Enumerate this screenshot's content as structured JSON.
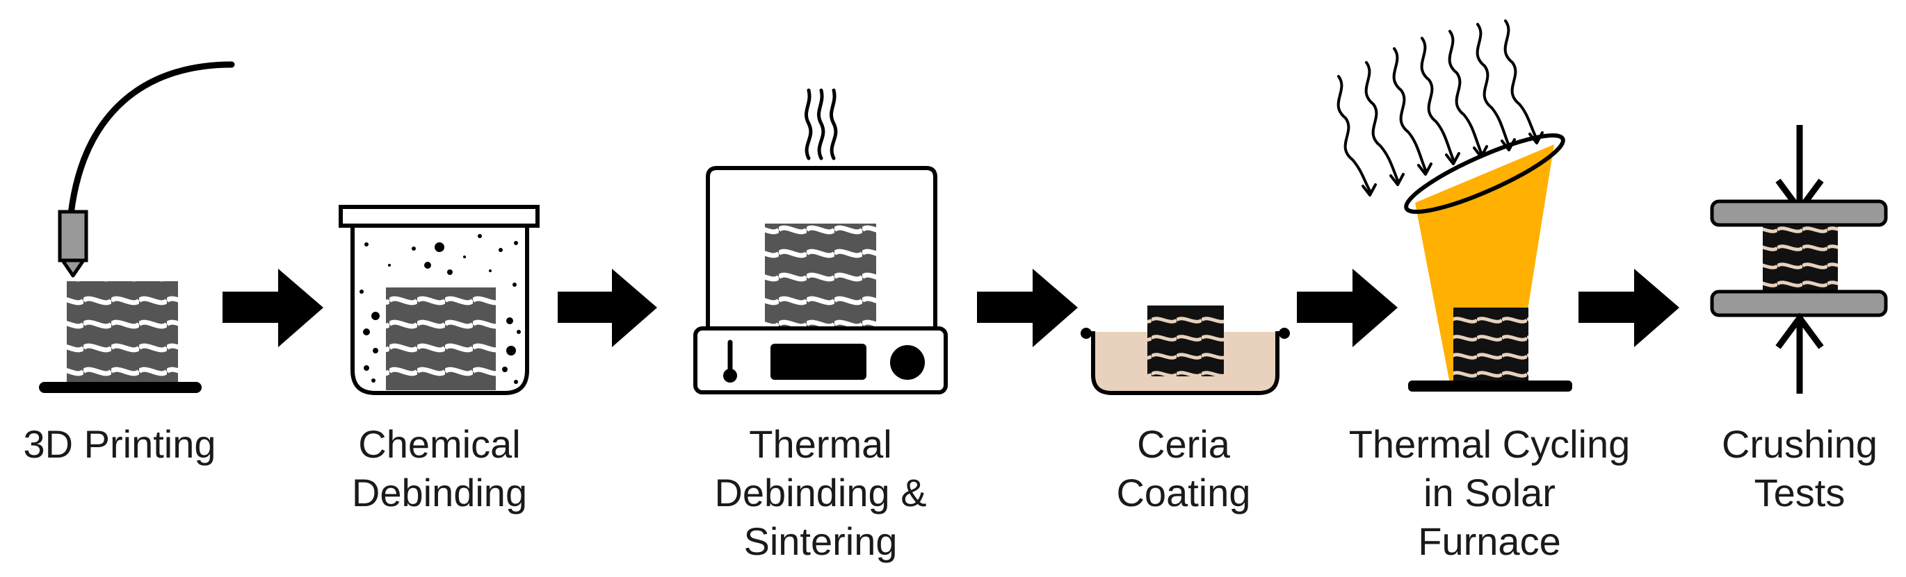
{
  "steps": [
    {
      "id": "printing",
      "icon": "3d-printer-nozzle-icon",
      "label_lines": [
        "3D Printing"
      ]
    },
    {
      "id": "chemical-debinding",
      "icon": "solvent-beaker-icon",
      "label_lines": [
        "Chemical",
        "Debinding"
      ]
    },
    {
      "id": "thermal-debinding",
      "icon": "furnace-oven-icon",
      "label_lines": [
        "Thermal",
        "Debinding &",
        "Sintering"
      ]
    },
    {
      "id": "ceria-coating",
      "icon": "coating-bath-icon",
      "label_lines": [
        "Ceria",
        "Coating"
      ]
    },
    {
      "id": "thermal-cycling",
      "icon": "solar-concentrator-icon",
      "label_lines": [
        "Thermal Cycling",
        "in Solar",
        "Furnace"
      ]
    },
    {
      "id": "crushing-tests",
      "icon": "compression-press-icon",
      "label_lines": [
        "Crushing",
        "Tests"
      ]
    }
  ],
  "colors": {
    "ink": "#000000",
    "lattice": "#555555",
    "coated_lattice": "#111111",
    "solar_beam": "#FFB000",
    "coating_liquid": "#E8D2BD",
    "press_plate": "#999999",
    "wave_gap": "#ffffff",
    "coated_wave_gap": "#E8D2BD"
  }
}
